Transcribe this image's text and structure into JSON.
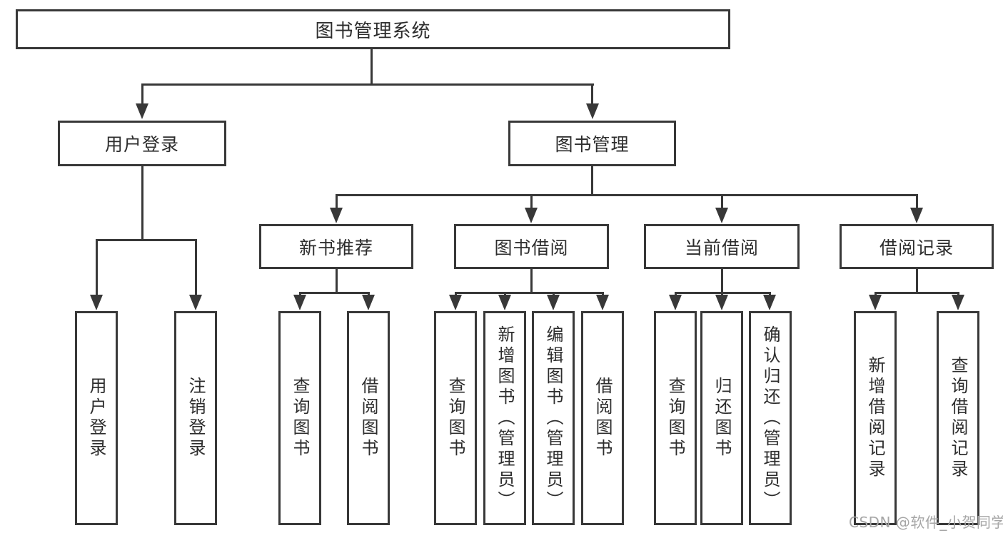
{
  "diagram_title": "图书管理系统",
  "colors": {
    "line": "#383838",
    "text": "#2d2d2d",
    "watermark": "#a6a6a6",
    "background": "#ffffff"
  },
  "nodes": {
    "root": {
      "label": "图书管理系统"
    },
    "user_login": {
      "label": "用户登录"
    },
    "book_mgmt": {
      "label": "图书管理"
    },
    "new_book_rec": {
      "label": "新书推荐"
    },
    "book_borrow": {
      "label": "图书借阅"
    },
    "current_borrow": {
      "label": "当前借阅"
    },
    "borrow_record": {
      "label": "借阅记录"
    },
    "leaf_user_login": {
      "label": "用户登录"
    },
    "leaf_logout": {
      "label": "注销登录"
    },
    "leaf_nb_query": {
      "label": "查询图书"
    },
    "leaf_nb_borrow": {
      "label": "借阅图书"
    },
    "leaf_bb_query": {
      "label": "查询图书"
    },
    "leaf_bb_add": {
      "label": "新增图书（管理员）"
    },
    "leaf_bb_edit": {
      "label": "编辑图书（管理员）"
    },
    "leaf_bb_borrow": {
      "label": "借阅图书"
    },
    "leaf_cb_query": {
      "label": "查询图书"
    },
    "leaf_cb_return": {
      "label": "归还图书"
    },
    "leaf_cb_confirm": {
      "label": "确认归还（管理员）"
    },
    "leaf_br_add": {
      "label": "新增借阅记录"
    },
    "leaf_br_query": {
      "label": "查询借阅记录"
    }
  },
  "hierarchy": {
    "图书管理系统": {
      "用户登录": [
        "用户登录",
        "注销登录"
      ],
      "图书管理": {
        "新书推荐": [
          "查询图书",
          "借阅图书"
        ],
        "图书借阅": [
          "查询图书",
          "新增图书（管理员）",
          "编辑图书（管理员）",
          "借阅图书"
        ],
        "当前借阅": [
          "查询图书",
          "归还图书",
          "确认归还（管理员）"
        ],
        "借阅记录": [
          "新增借阅记录",
          "查询借阅记录"
        ]
      }
    }
  },
  "watermark": {
    "text": "CSDN @软件_小贺同学"
  }
}
